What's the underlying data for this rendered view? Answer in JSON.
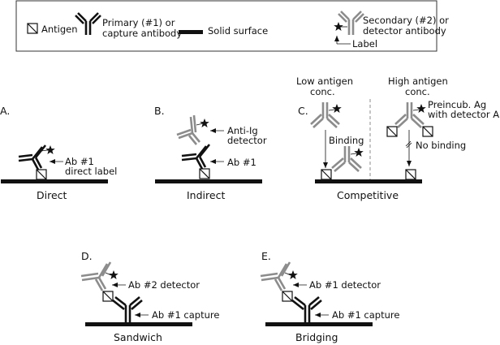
{
  "legend": {
    "antigen": "Antigen",
    "primary_line1": "Primary (#1) or",
    "primary_line2": "capture antibody",
    "surface": "Solid surface",
    "secondary_line1": "Secondary (#2) or",
    "secondary_line2": "detector antibody",
    "label": "Label"
  },
  "colors": {
    "primary": "#111111",
    "secondary": "#8c8c8c",
    "divider": "#8c8c8c"
  },
  "panels": {
    "a": {
      "letter": "A.",
      "caption": "Direct",
      "arrow_line1": "Ab #1",
      "arrow_line2": "direct label"
    },
    "b": {
      "letter": "B.",
      "caption": "Indirect",
      "detector_line1": "Anti-Ig",
      "detector_line2": "detector",
      "primary_label": "Ab #1"
    },
    "c": {
      "letter": "C.",
      "caption": "Competitive",
      "low_line1": "Low antigen",
      "low_line2": "conc.",
      "high_line1": "High antigen",
      "high_line2": "conc.",
      "binding": "Binding",
      "no_binding": "No binding",
      "preincub_line1": "Preincub. Ag",
      "preincub_line2": "with detector AB"
    },
    "d": {
      "letter": "D.",
      "caption": "Sandwich",
      "detector": "Ab #2 detector",
      "capture": "Ab #1 capture"
    },
    "e": {
      "letter": "E.",
      "caption": "Bridging",
      "detector": "Ab #1 detector",
      "capture": "Ab #1 capture"
    }
  }
}
